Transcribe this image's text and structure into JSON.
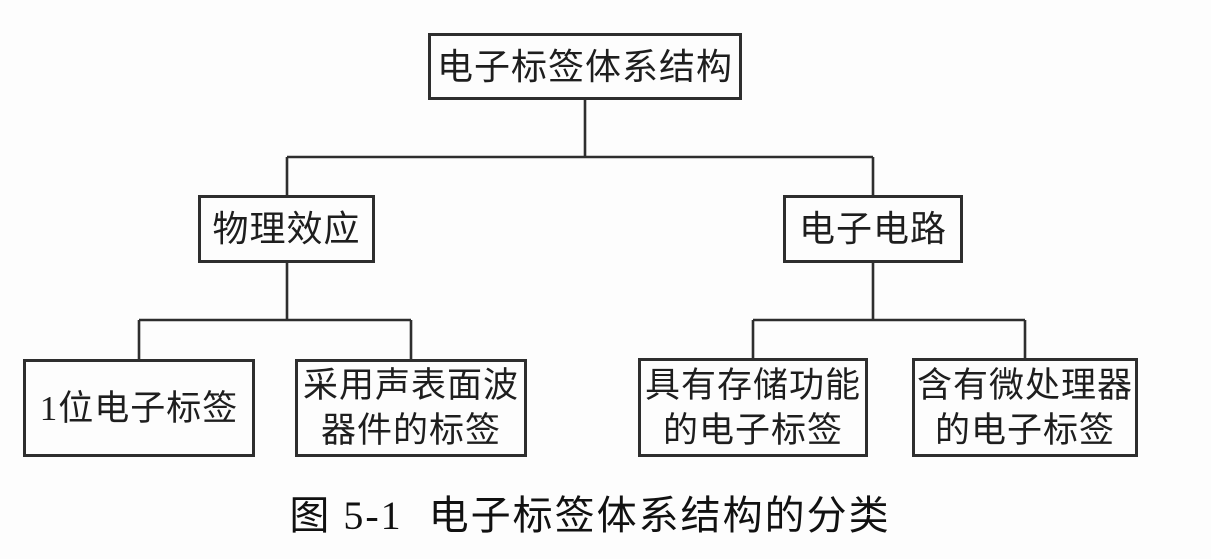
{
  "figure": {
    "caption": {
      "prefix": "图 5-1",
      "title": "电子标签体系结构的分类"
    },
    "tree": {
      "root": {
        "label": "电子标签体系结构"
      },
      "branches": [
        {
          "label": "物理效应",
          "children": [
            {
              "label": "1位电子标签"
            },
            {
              "label": "采用声表面波\n器件的标签"
            }
          ]
        },
        {
          "label": "电子电路",
          "children": [
            {
              "label": "具有存储功能\n的电子标签"
            },
            {
              "label": "含有微处理器\n的电子标签"
            }
          ]
        }
      ]
    },
    "colors": {
      "line": "#2e2e2e",
      "text": "#1e1e1e",
      "background": "#fdfdfd"
    }
  }
}
